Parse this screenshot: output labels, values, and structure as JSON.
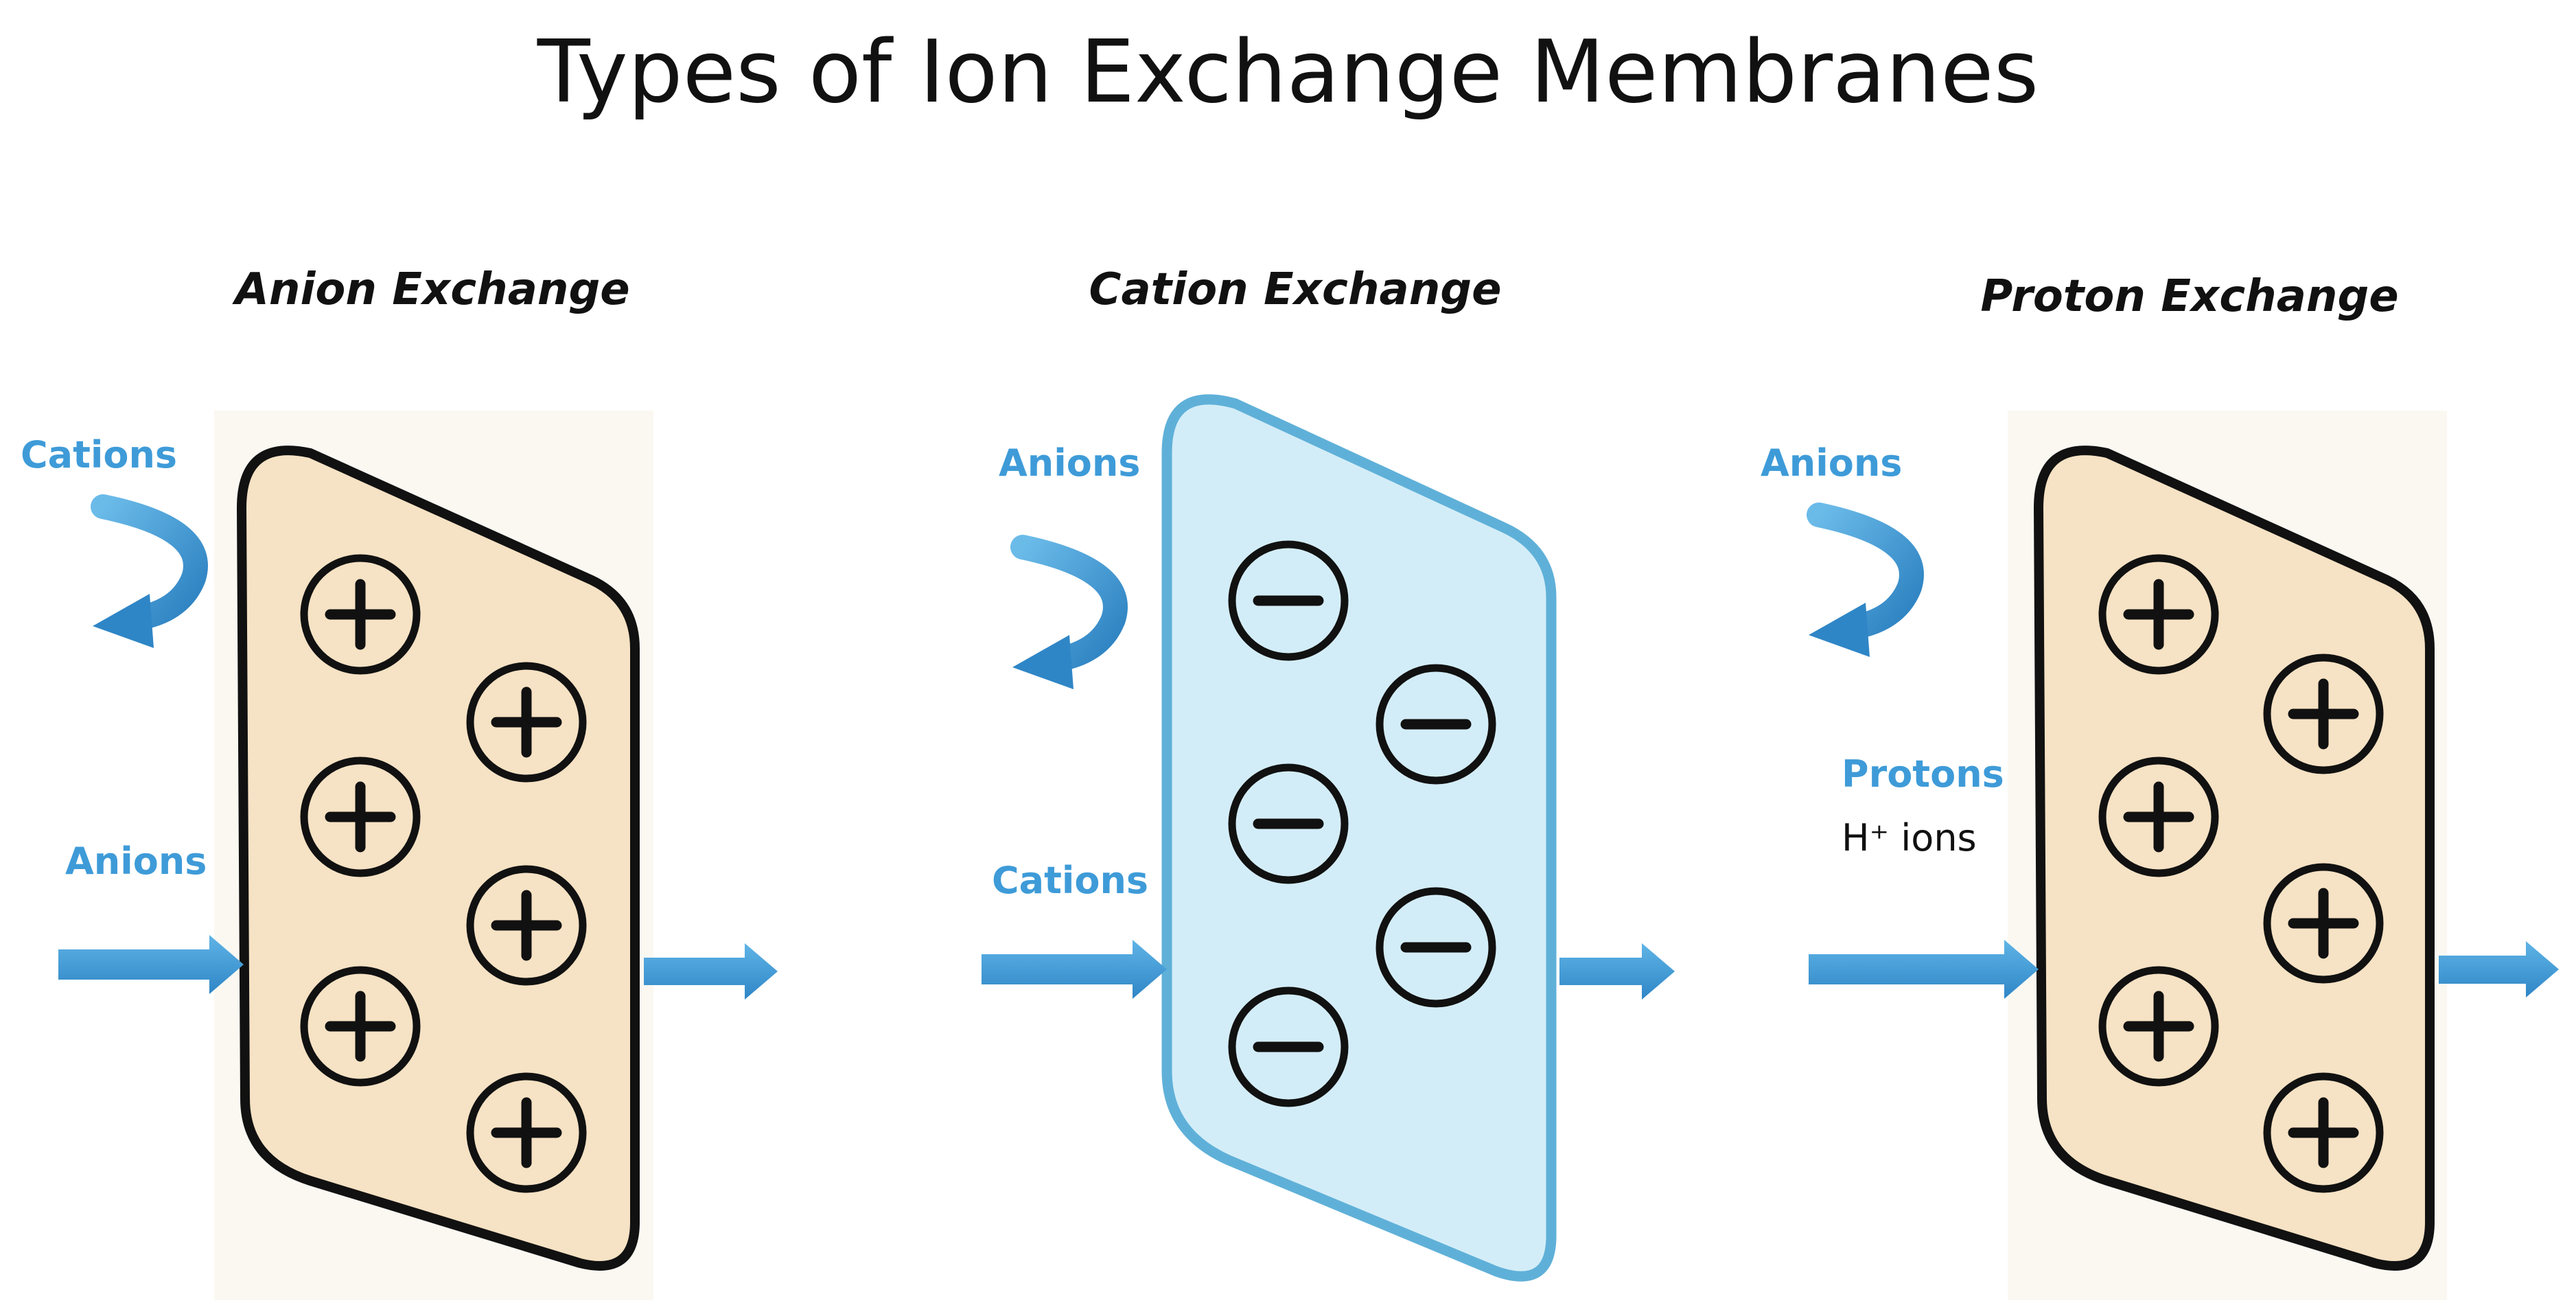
{
  "title": "Types of Ion Exchange Membranes",
  "colors": {
    "accent_blue": "#3e9bd8",
    "tan_fill": "#f6e2c4",
    "blue_fill": "#d3edf8",
    "outline_dark": "#111111",
    "outline_blue": "#5fb0d8",
    "panel_bg": "#fbf8f2"
  },
  "panels": [
    {
      "heading": "Anion Exchange",
      "top_label": "Cations",
      "bottom_label": "Anions",
      "fixed_charge": "+",
      "icons": [
        "bouncing-arrow-icon",
        "straight-arrow-icon",
        "plus-charge-icon"
      ]
    },
    {
      "heading": "Cation Exchange",
      "top_label": "Anions",
      "bottom_label": "Cations",
      "fixed_charge": "−",
      "icons": [
        "bouncing-arrow-icon",
        "straight-arrow-icon",
        "minus-charge-icon"
      ]
    },
    {
      "heading": "Proton Exchange",
      "top_label": "Anions",
      "bottom_label": "Protons",
      "bottom_sublabel": "H⁺  ions",
      "fixed_charge": "+",
      "icons": [
        "bouncing-arrow-icon",
        "straight-arrow-icon",
        "plus-charge-icon"
      ]
    }
  ]
}
